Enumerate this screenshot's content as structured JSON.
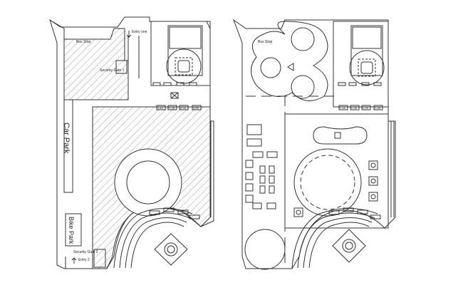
{
  "left_plan": {
    "bus_stop": "Bus Stop",
    "entry_one": "Entry one",
    "security_gate_1": "Security Gate 1",
    "car_park": "Car Park",
    "bike_park": "Bike Park",
    "security_gate_2": "Security Gate 2",
    "entry_2": "Entry 2",
    "spot_labels": [
      "C-1A",
      "C-1B",
      "C-2A",
      "C-2B"
    ]
  },
  "right_plan": {
    "bus_stop": "Bus Stop",
    "spot_labels": [
      "C-1A",
      "C-1B",
      "C-2A",
      "C-2B"
    ]
  },
  "colors": {
    "line": "#333333",
    "hatch": "#9a9a9a",
    "background": "#ffffff"
  }
}
